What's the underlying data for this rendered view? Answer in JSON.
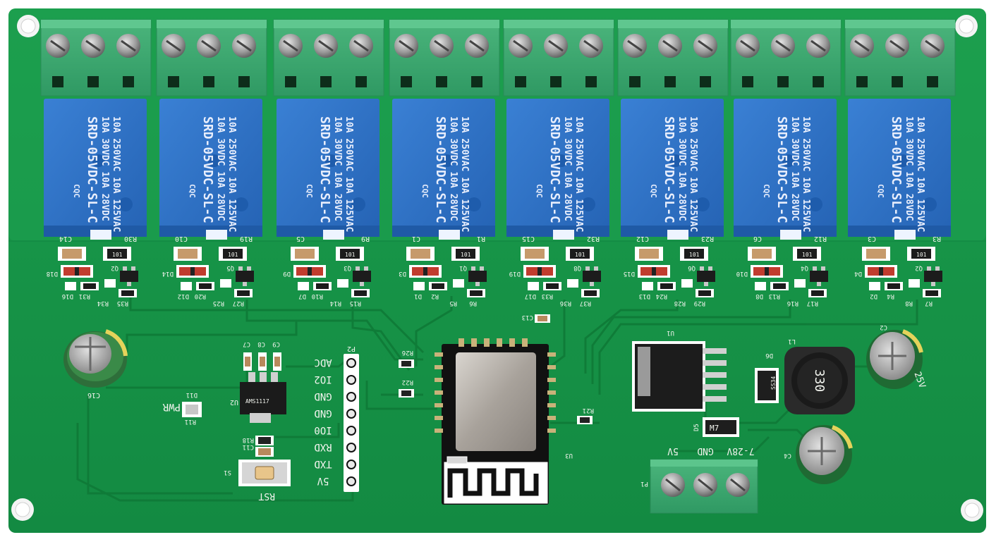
{
  "relay": {
    "line1": "10A 250VAC 10A 125VAC",
    "line2": "10A 30VDC  10A 28VDC",
    "model": "SRD-05VDC-SL-C",
    "cert": "CQC"
  },
  "relays": [
    {
      "cap": "C14",
      "res": "R30"
    },
    {
      "cap": "C10",
      "res": "R19"
    },
    {
      "cap": "C5",
      "res": "R9"
    },
    {
      "cap": "C1",
      "res": "R1"
    },
    {
      "cap": "C15",
      "res": "R32"
    },
    {
      "cap": "C12",
      "res": "R23"
    },
    {
      "cap": "C6",
      "res": "R12"
    },
    {
      "cap": "C3",
      "res": "R3"
    }
  ],
  "drivers": [
    {
      "q": "Q2",
      "d1": "D18",
      "d2": "D16",
      "r1": "R31",
      "r2": "R34",
      "r3": "R35"
    },
    {
      "q": "Q5",
      "d1": "D14",
      "d2": "D12",
      "r1": "R20",
      "r2": "R25",
      "r3": "R27"
    },
    {
      "q": "Q3",
      "d1": "D9",
      "d2": "D7",
      "r1": "R10",
      "r2": "R14",
      "r3": "R15"
    },
    {
      "q": "Q1",
      "d1": "D3",
      "d2": "D1",
      "r1": "R2",
      "r2": "R5",
      "r3": "R6"
    },
    {
      "q": "Q8",
      "d1": "D19",
      "d2": "D17",
      "r1": "R33",
      "r2": "R36",
      "r3": "R37"
    },
    {
      "q": "Q6",
      "d1": "D15",
      "d2": "D13",
      "r1": "R24",
      "r2": "R28",
      "r3": "R29"
    },
    {
      "q": "Q4",
      "d1": "D10",
      "d2": "D8",
      "r1": "R13",
      "r2": "R16",
      "r3": "R17"
    },
    {
      "q": "Q2",
      "d1": "D4",
      "d2": "D2",
      "r1": "R4",
      "r2": "R8",
      "r3": "R7"
    }
  ],
  "smd_code": "101",
  "header": {
    "label": "P2",
    "pins": [
      "ADC",
      "IO2",
      "GND",
      "GND",
      "IO0",
      "RXD",
      "TXD",
      "5V"
    ]
  },
  "power": {
    "label": "P1",
    "pins": [
      "5V",
      "GND",
      "7-28V"
    ]
  },
  "inductor_code": "330",
  "capacitor_code": "25V",
  "labels": {
    "pwr": "PWR",
    "d11": "D11",
    "r11": "R11",
    "u2": "U2",
    "c7": "C7",
    "c8": "C8",
    "c9": "C9",
    "c16": "C16",
    "r18": "R18",
    "c11": "C11",
    "s1": "S1",
    "rst": "RST",
    "r26": "R26",
    "r22": "R22",
    "r21": "R21",
    "c13": "C13",
    "u3": "U3",
    "u1": "U1",
    "d6": "D6",
    "d6_code": "SS34",
    "d5": "D5",
    "m7": "M7",
    "l1": "L1",
    "c2": "C2",
    "c4": "C4",
    "ldo_code": "AMS1117"
  },
  "colors": {
    "pcb": "#1c9a4d",
    "terminal": "#3aa86f",
    "relay": "#2f71c6"
  }
}
